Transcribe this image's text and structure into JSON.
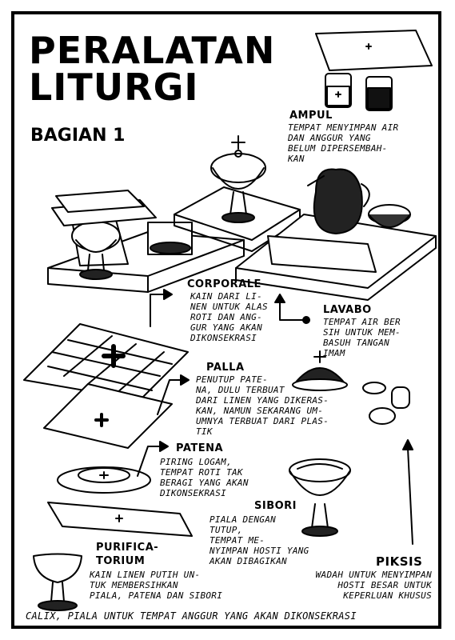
{
  "title": {
    "line1": "PERALATAN",
    "line2": "LITURGI"
  },
  "subtitle": "BAGIAN 1",
  "items": {
    "ampul": {
      "label": "AMPUL",
      "desc": "TEMPAT MENYIMPAN AIR\nDAN ANGGUR YANG\nBELUM DIPERSEMBAH-\nKAN"
    },
    "corporale": {
      "label": "CORPORALE",
      "desc": "KAIN DARI LI-\nNEN UNTUK ALAS\nROTI DAN ANG-\nGUR YANG AKAN\nDIKONSEKRASI"
    },
    "lavabo": {
      "label": "LAVABO",
      "desc": "TEMPAT AIR BER\nSIH UNTUK MEM-\nBASUH TANGAN\nIMAM"
    },
    "palla": {
      "label": "PALLA",
      "desc": "PENUTUP PATE-\nNA, DULU TERBUAT\nDARI LINEN YANG DIKERAS-\nKAN, NAMUN SEKARANG UM-\nUMNYA TERBUAT DARI PLAS-\nTIK"
    },
    "patena": {
      "label": "PATENA",
      "desc": "PIRING LOGAM,\nTEMPAT ROTI TAK\nBERAGI YANG AKAN\nDIKONSEKRASI"
    },
    "sibori": {
      "label": "SIBORI",
      "desc": "PIALA DENGAN\nTUTUP,\nTEMPAT ME-\nNYIMPAN HOSTI YANG\nAKAN DIBAGIKAN"
    },
    "purificatorium": {
      "label_line1": "PURIFICA-",
      "label_line2": "TORIUM",
      "desc": "KAIN LINEN PUTIH UN-\nTUK MEMBERSIHKAN\nPIALA, PATENA DAN SIBORI"
    },
    "piksis": {
      "label": "PIKSIS",
      "desc": "WADAH UNTUK MENYIMPAN\nHOSTI BESAR UNTUK\nKEPERLUAN KHUSUS"
    }
  },
  "caption": "CALIX, PIALA UNTUK TEMPAT ANGGUR YANG AKAN DIKONSEKRASI"
}
